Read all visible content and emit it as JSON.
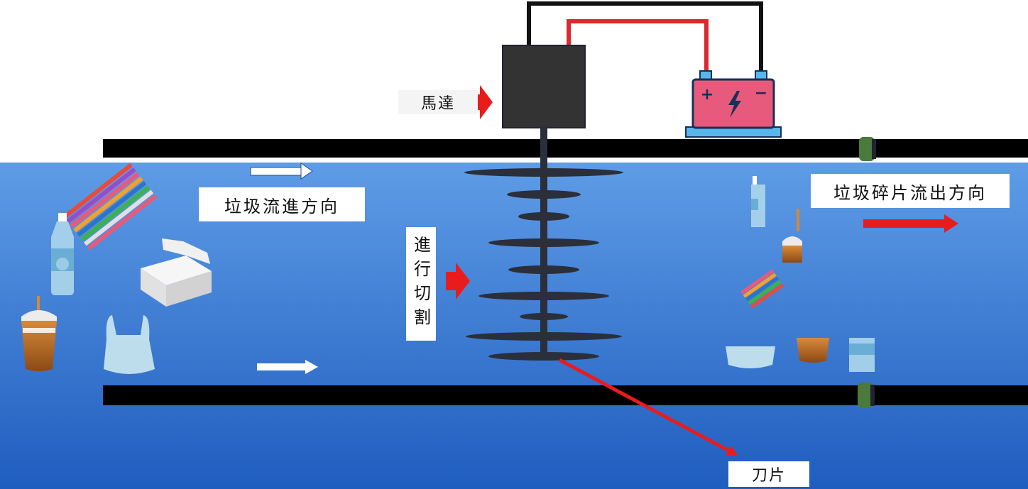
{
  "labels": {
    "motor": "馬達",
    "inflow": "垃圾流進方向",
    "outflow": "垃圾碎片流出方向",
    "cutting": "進行切割",
    "blade": "刀片"
  },
  "colors": {
    "water_top": "#5f9ce6",
    "water_bottom": "#1f5dbf",
    "pipe": "#000000",
    "motor": "#333333",
    "battery": "#e85a7b",
    "battery_base": "#57b7ea",
    "wire_red": "#d82a2f",
    "wire_black": "#111111",
    "arrow_red": "#e81c1c",
    "blade": "#2b2f3a",
    "valve": "#4a7a3c"
  },
  "icons": {
    "battery": "battery-icon",
    "bolt": "lightning-bolt-icon",
    "bottle": "plastic-bottle-icon",
    "cup": "bubble-tea-cup-icon",
    "bag": "plastic-bag-icon",
    "foam": "foam-box-icon",
    "straws": "straw-bundle-icon"
  }
}
